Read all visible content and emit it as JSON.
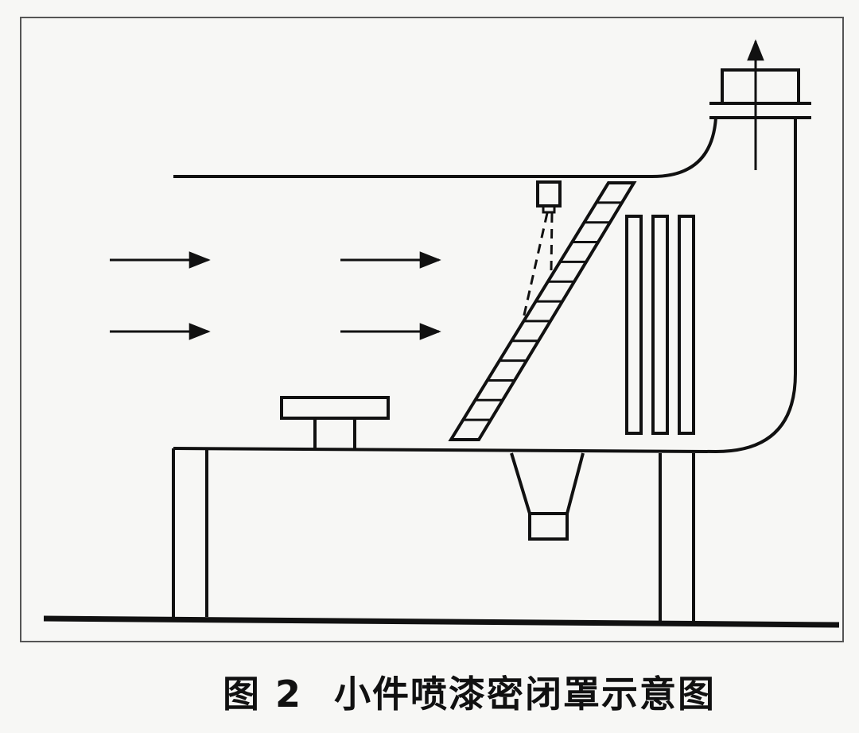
{
  "caption": {
    "figure_number": "图 2",
    "title": "小件喷漆密闭罩示意图"
  },
  "colors": {
    "ink": "#111111",
    "paper": "#f7f7f5",
    "frame": "#555555"
  },
  "ladder_rungs": 13,
  "filter_plates": 3,
  "airflow_arrows": 4
}
